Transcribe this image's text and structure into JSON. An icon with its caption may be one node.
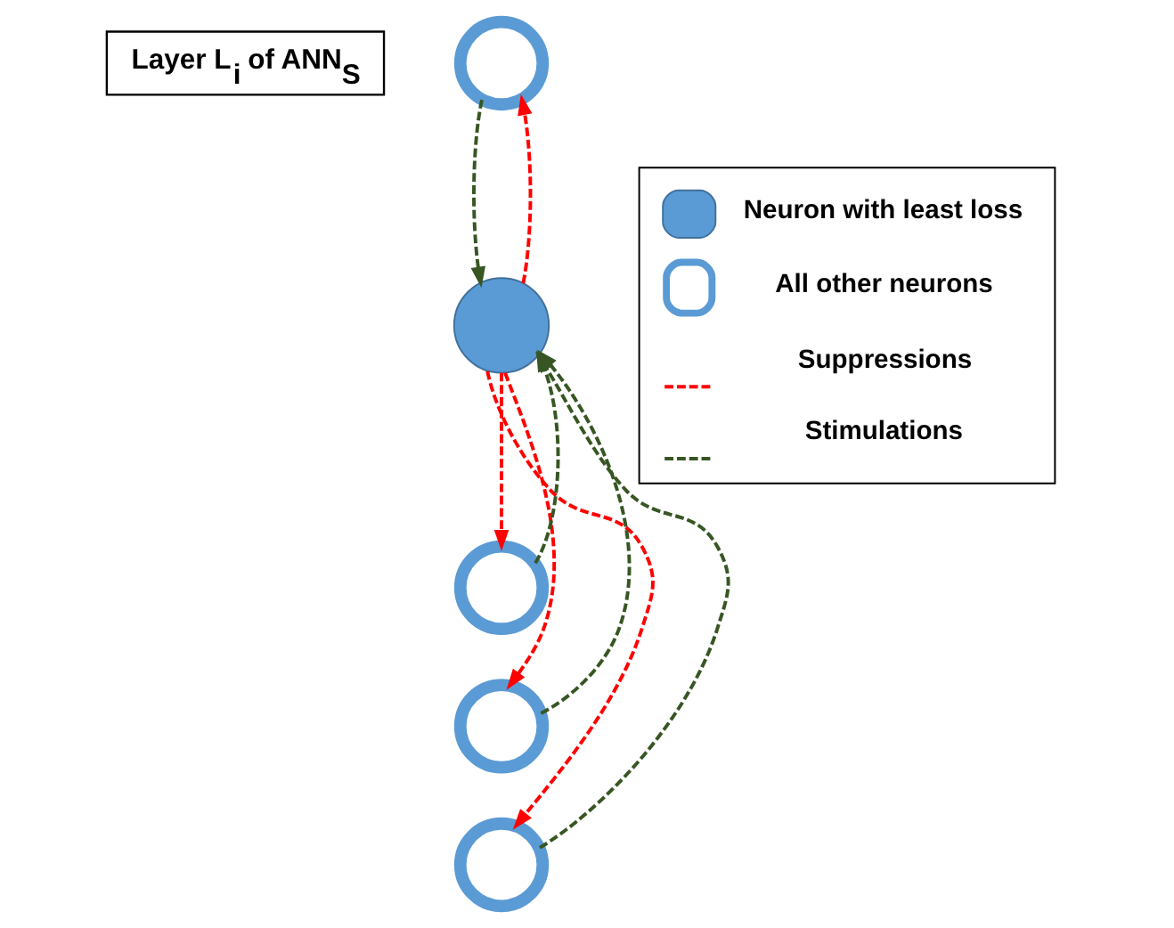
{
  "diagram": {
    "nodes": [
      {
        "text": [
          "Layer L$_{i}$ of ANN$_{S}$"
        ]
      },
      {
        "text": [],
        "shape": "circle"
      },
      {
        "text": [],
        "shape": "circle"
      },
      {
        "text": [],
        "shape": "circle"
      },
      {
        "text": [],
        "shape": "circle"
      },
      {
        "text": [],
        "shape": "circle"
      }
    ],
    "edges": [
      {
        "from": 2,
        "to": 1,
        "arrow": "to",
        "style": "dashed",
        "color": "#ff0000"
      },
      {
        "from": 1,
        "to": 2,
        "arrow": "to",
        "style": "dashed",
        "color": "#375623"
      },
      {
        "from": 2,
        "to": 3,
        "arrow": "to",
        "style": "dashed",
        "color": "#ff0000"
      },
      {
        "from": 3,
        "to": 2,
        "arrow": "to",
        "style": "dashed",
        "color": "#375623"
      },
      {
        "from": 2,
        "to": 4,
        "arrow": "to",
        "style": "dashed",
        "color": "#ff0000"
      },
      {
        "from": 4,
        "to": 2,
        "arrow": "to",
        "style": "dashed",
        "color": "#375623"
      },
      {
        "from": 2,
        "to": 5,
        "arrow": "to",
        "style": "dashed",
        "color": "#ff0000"
      },
      {
        "from": 5,
        "to": 2,
        "arrow": "to",
        "style": "dashed",
        "color": "#375623"
      }
    ],
    "legend": [
      {
        "text": "Neuron with least loss",
        "color": "#5b9bd5"
      },
      {
        "text": "All other neurons"
      },
      {
        "text": "Suppressions"
      },
      {
        "text": "Stimulations"
      }
    ]
  }
}
